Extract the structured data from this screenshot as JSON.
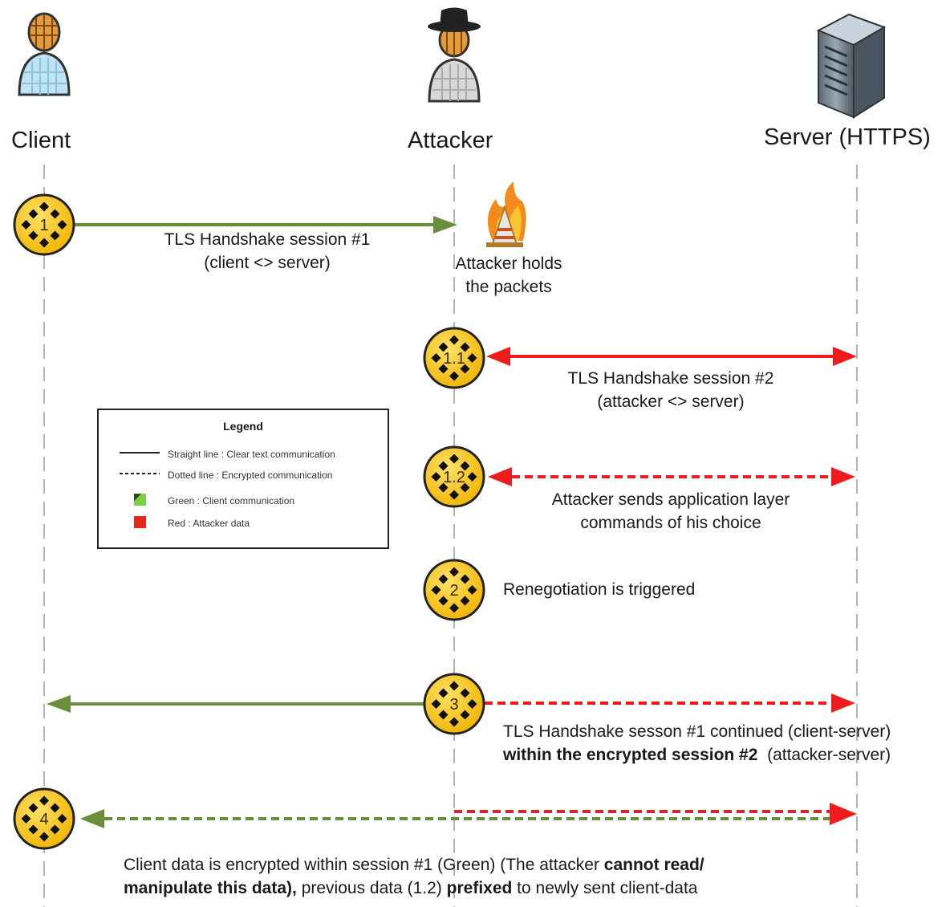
{
  "actors": {
    "client": "Client",
    "attacker": "Attacker",
    "server": "Server (HTTPS)"
  },
  "steps": {
    "s1": "1",
    "s1_1": "1.1",
    "s1_2": "1.2",
    "s2": "2",
    "s3": "3",
    "s4": "4"
  },
  "messages": {
    "m1_line1": "TLS Handshake session #1",
    "m1_line2": "(client <> server)",
    "hold_line1": "Attacker holds",
    "hold_line2": "the packets",
    "m11_line1": "TLS Handshake session #2",
    "m11_line2": "(attacker <> server)",
    "m12_line1": "Attacker sends application layer",
    "m12_line2": "commands of his choice",
    "m2": "Renegotiation is triggered",
    "m3_line1": "TLS Handshake sesson #1 continued (client-server)",
    "m3_line2_bold": "within the encrypted session #2",
    "m3_line2_rest": "(attacker-server)",
    "m4_a": "Client data is encrypted within session #1 (Green) (The attacker ",
    "m4_b_bold": "cannot read/",
    "m4_c_bold": "manipulate this data),",
    "m4_d": " previous data (1.2) ",
    "m4_e_bold": "prefixed",
    "m4_f": " to newly sent client-data"
  },
  "legend": {
    "title": "Legend",
    "straight": "Straight line : Clear text communication",
    "dotted": "Dotted line : Encrypted communication",
    "green": "Green : Client communication",
    "red": "Red : Attacker data"
  },
  "colors": {
    "green": "#6b8e3a",
    "red": "#ee1d1d",
    "step_fill": "#f5c518",
    "lifeline": "#b0b0b0"
  },
  "icons": [
    "client-person-icon",
    "attacker-hat-person-icon",
    "server-tower-icon",
    "fire-cone-icon"
  ]
}
